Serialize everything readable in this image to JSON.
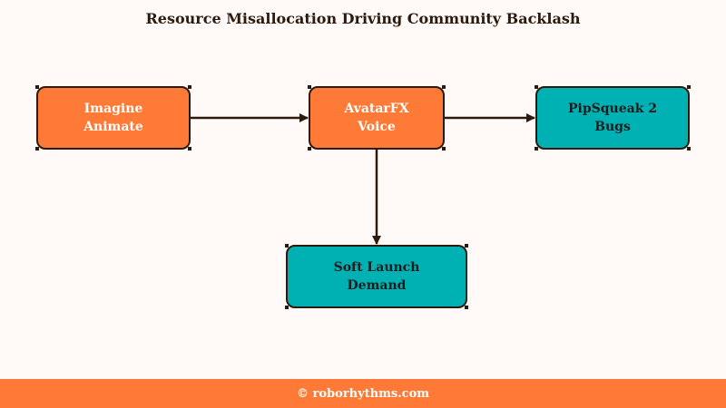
{
  "title": "Resource Misallocation Driving Community Backlash",
  "nodes": {
    "imagine": "Imagine\nAnimate",
    "avatarfx": "AvatarFX\nVoice",
    "pipsqueak": "PipSqueak 2\nBugs",
    "softlaunch": "Soft Launch\nDemand"
  },
  "footer": "© roborhythms.com",
  "colors": {
    "orange": "#ff7a36",
    "teal": "#00b1b3",
    "edge": "#2b1a0d"
  }
}
